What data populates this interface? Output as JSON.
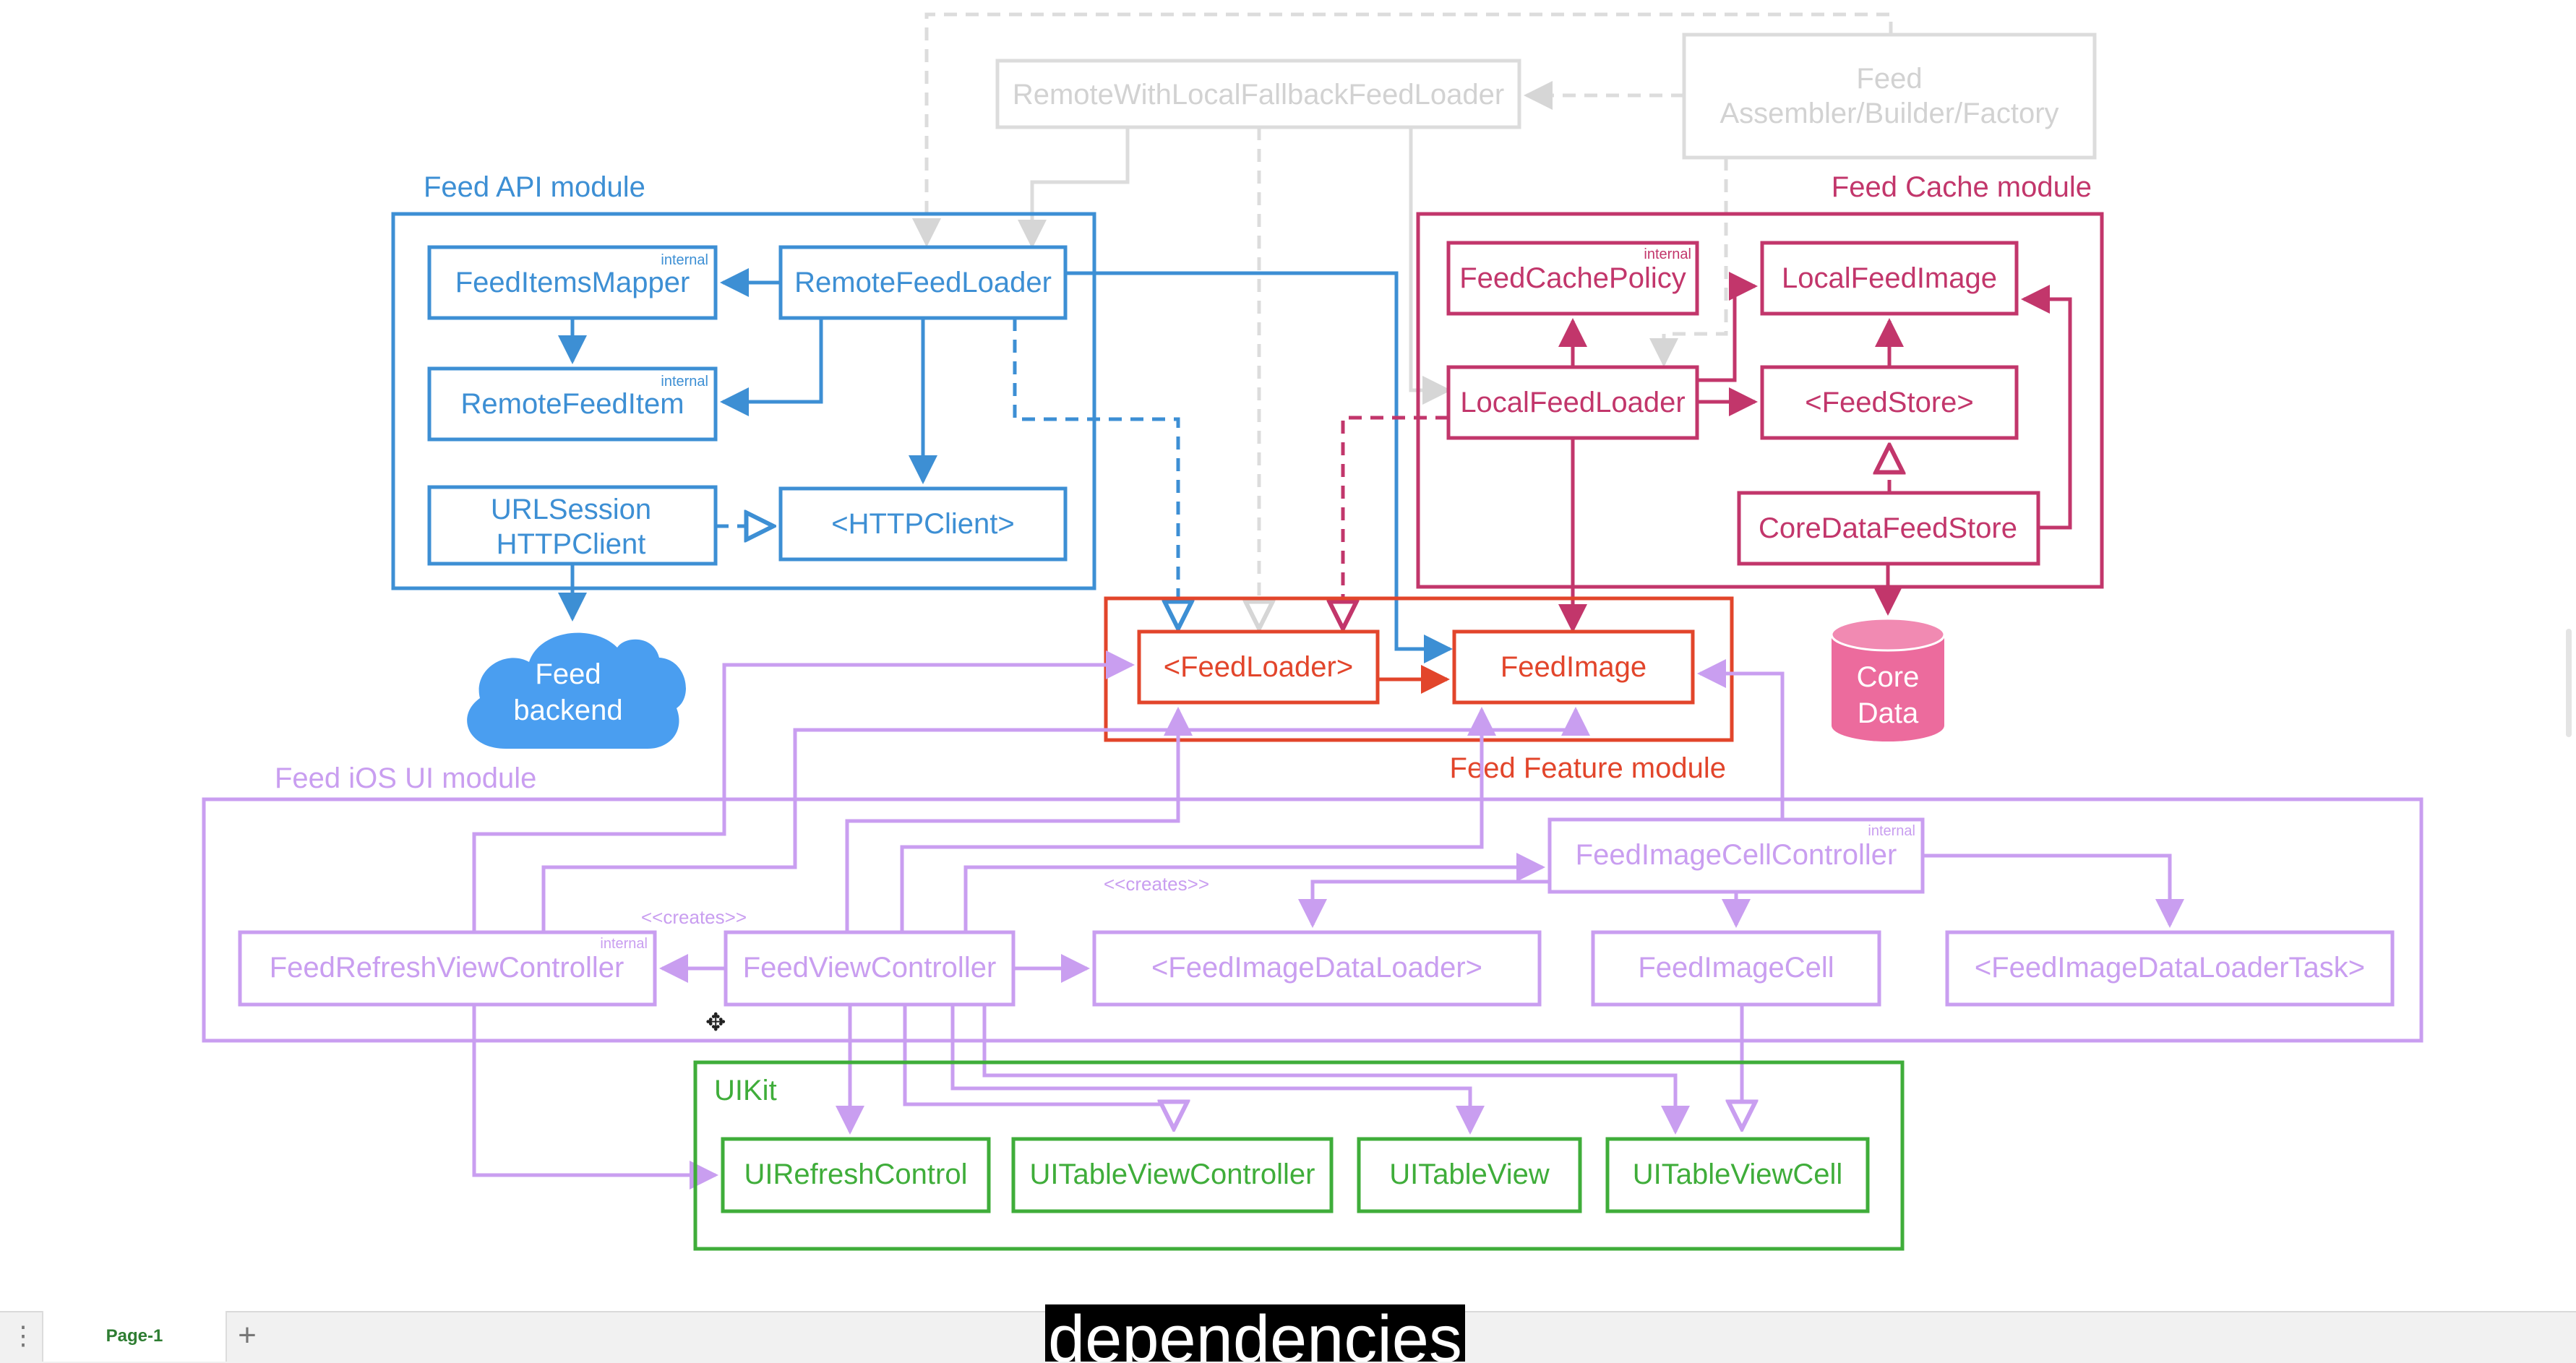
{
  "modules": {
    "feed_api": "Feed API module",
    "feed_cache": "Feed Cache module",
    "feed_feature": "Feed Feature module",
    "feed_ios_ui": "Feed iOS UI module",
    "uikit": "UIKit"
  },
  "boxes": {
    "remote_fallback": "RemoteWithLocalFallbackFeedLoader",
    "assembler_line1": "Feed",
    "assembler_line2": "Assembler/Builder/Factory",
    "feed_items_mapper": "FeedItemsMapper",
    "remote_feed_loader": "RemoteFeedLoader",
    "remote_feed_item": "RemoteFeedItem",
    "urlsession_line1": "URLSession",
    "urlsession_line2": "HTTPClient",
    "http_client": "<HTTPClient>",
    "feed_backend_line1": "Feed",
    "feed_backend_line2": "backend",
    "feed_cache_policy": "FeedCachePolicy",
    "local_feed_image": "LocalFeedImage",
    "local_feed_loader": "LocalFeedLoader",
    "feed_store": "<FeedStore>",
    "core_data_feed_store": "CoreDataFeedStore",
    "core_data_line1": "Core",
    "core_data_line2": "Data",
    "feed_loader": "<FeedLoader>",
    "feed_image": "FeedImage",
    "feed_image_cell_controller": "FeedImageCellController",
    "feed_refresh_view_controller": "FeedRefreshViewController",
    "feed_view_controller": "FeedViewController",
    "feed_image_data_loader": "<FeedImageDataLoader>",
    "feed_image_cell": "FeedImageCell",
    "feed_image_data_loader_task": "<FeedImageDataLoaderTask>",
    "ui_refresh_control": "UIRefreshControl",
    "ui_table_view_controller": "UITableViewController",
    "ui_table_view": "UITableView",
    "ui_table_view_cell": "UITableViewCell"
  },
  "tags": {
    "internal": "internal",
    "creates": "<<creates>>"
  },
  "colors": {
    "api_blue": "#3d8fd4",
    "cache_crimson": "#c2366b",
    "feature_red": "#e2452b",
    "ui_lavender": "#c99ef0",
    "uikit_green": "#3fad3a",
    "faded_gray": "#dcdcdc",
    "backend_fill": "#4a9ef0",
    "coredata_fill": "#ec6b9d"
  },
  "bottom_bar": {
    "page_tab": "Page-1",
    "add_icon": "+",
    "menu_icon": "⋮"
  },
  "subtitle": "dependencies",
  "cursor_icon": "✥"
}
